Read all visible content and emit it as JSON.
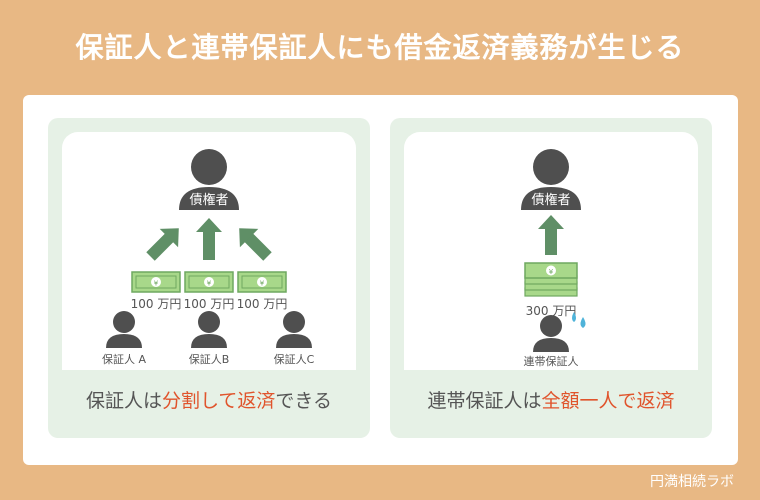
{
  "title": "保証人と連帯保証人にも借金返済義務が生じる",
  "left": {
    "creditor_label": "債権者",
    "amounts": [
      "100 万円",
      "100 万円",
      "100 万円"
    ],
    "guarantors": [
      "保証人 A",
      "保証人B",
      "保証人C"
    ],
    "caption_prefix": "保証人は",
    "caption_highlight": "分割して返済",
    "caption_suffix": "できる"
  },
  "right": {
    "creditor_label": "債権者",
    "amount": "300 万円",
    "guarantor": "連帯保証人",
    "caption_prefix": "連帯保証人は",
    "caption_highlight": "全額一人で返済"
  },
  "footer": "円満相続ラボ",
  "colors": {
    "background": "#e8b884",
    "person": "#4f4f4f",
    "arrow": "#5f8f66",
    "money": "#a8d88a",
    "highlight": "#e0542c",
    "drop": "#4fb3d9"
  }
}
